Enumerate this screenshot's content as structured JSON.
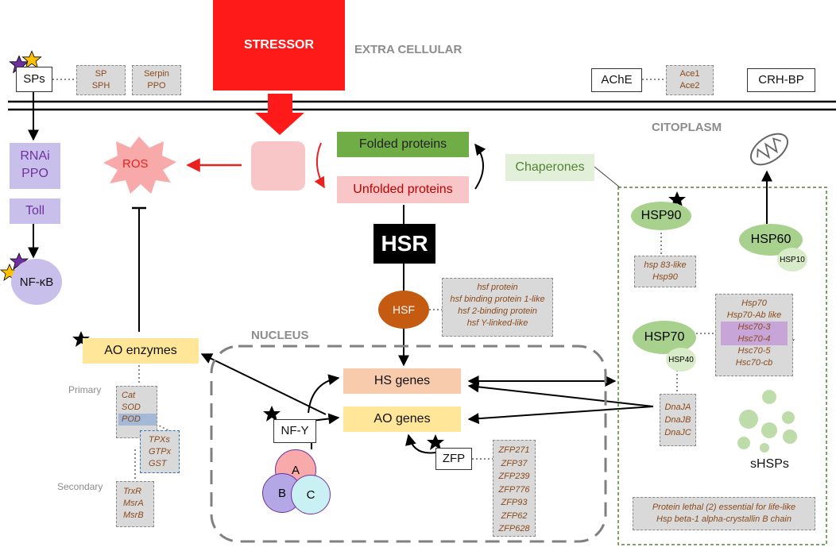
{
  "extracellular": {
    "stressor": "STRESSOR",
    "region_label": "EXTRA CELLULAR",
    "sps": "SPs",
    "sp_box": [
      "SP",
      "SPH"
    ],
    "serpin_box": [
      "Serpin",
      "PPO"
    ],
    "ache": "AChE",
    "ace_box": [
      "Ace1",
      "Ace2"
    ],
    "crhbp": "CRH-BP"
  },
  "cytoplasm": {
    "region_label": "CITOPLASM",
    "ros": "ROS",
    "rnai_ppo": [
      "RNAi",
      "PPO"
    ],
    "toll": "Toll",
    "nfkb": "NF-κB",
    "folded": "Folded proteins",
    "unfolded": "Unfolded proteins",
    "chaperones": "Chaperones",
    "hsr": "HSR",
    "hsf": "HSF",
    "hsf_box": [
      "hsf protein",
      "hsf binding protein 1-like",
      "hsf 2-binding protein",
      "hsf Y-linked-like"
    ],
    "ao_enzymes": "AO enzymes",
    "primary": "Primary",
    "secondary": "Secondary",
    "primary_box": [
      "Cat",
      "SOD",
      "POD"
    ],
    "tpx_box": [
      "TPXs",
      "GTPx",
      "GST"
    ],
    "secondary_box": [
      "TrxR",
      "MsrA",
      "MsrB"
    ]
  },
  "nucleus": {
    "region_label": "NUCLEUS",
    "hs_genes": "HS genes",
    "ao_genes": "AO genes",
    "nfy": "NF-Y",
    "subunits": [
      "A",
      "B",
      "C"
    ],
    "zfp": "ZFP",
    "zfp_box": [
      "ZFP271",
      "ZFP37",
      "ZFP239",
      "ZFP776",
      "ZFP93",
      "ZFP62",
      "ZFP628"
    ]
  },
  "chaperone_panel": {
    "hsp90": "HSP90",
    "hsp90_box": [
      "hsp 83-like",
      "Hsp90"
    ],
    "hsp60": "HSP60",
    "hsp10": "HSP10",
    "hsp70": "HSP70",
    "hsp40": "HSP40",
    "hsp70_box": [
      "Hsp70",
      "Hsp70-Ab like",
      "Hsc70-3",
      "Hsc70-4",
      "Hsc70-5",
      "Hsc70-cb"
    ],
    "dnaj_box": [
      "DnaJA",
      "DnaJB",
      "DnaJC"
    ],
    "shsps": "sHSPs",
    "bottom_box": [
      "Protein lethal (2) essential for life-like",
      "Hsp beta-1 alpha-crystallin B chain"
    ]
  },
  "colors": {
    "stressor": "#ff1a1a",
    "arrow_red": "#e8201e",
    "ros": "#f8a9a9",
    "folded": "#70ad47",
    "unfolded": "#f8c6c6",
    "chaperones": "#e2efd9",
    "hsp_green": "#a9d18e",
    "purple_box": "#c8c0ea",
    "hsf": "#c55a11",
    "ao": "#ffe699",
    "hs_genes": "#f8cbad",
    "box_gray": "#d9d9d9",
    "text_brown": "#8b4a1c",
    "star_purple": "#7030a0",
    "star_yellow": "#ffc000"
  }
}
